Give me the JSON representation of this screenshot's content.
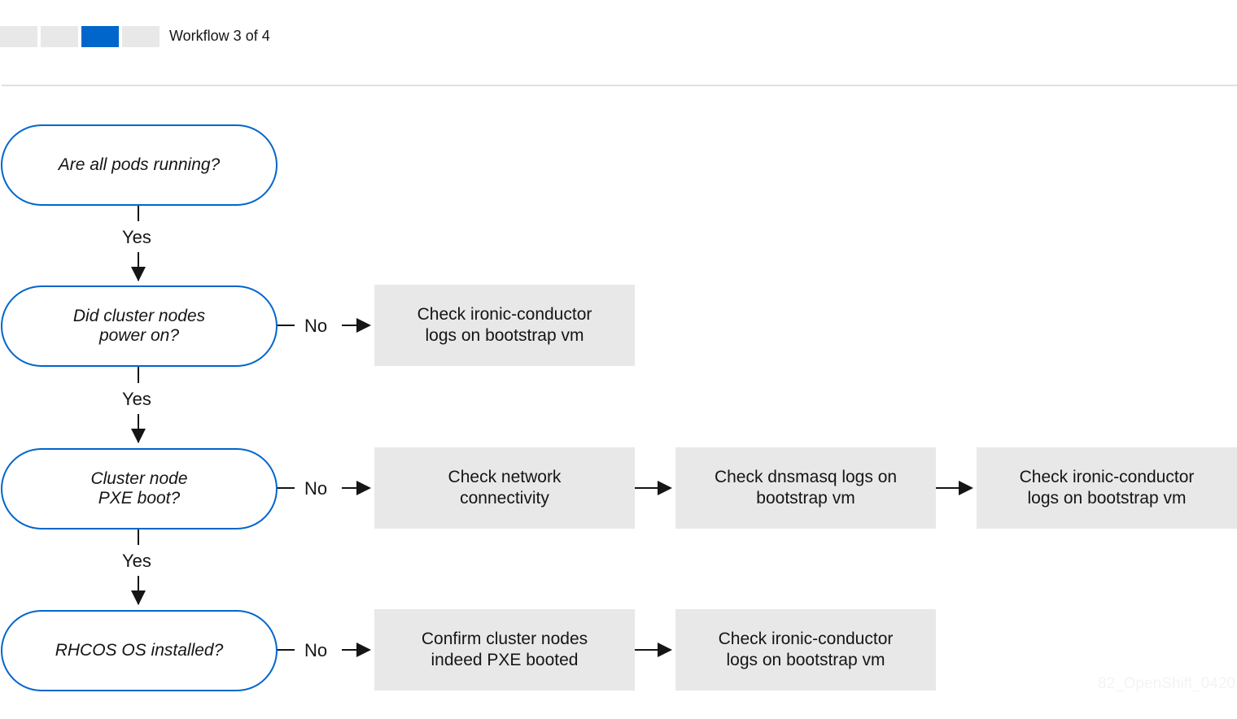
{
  "header": {
    "progress": {
      "total": 4,
      "current": 3
    },
    "workflow_label": "Workflow 3 of 4",
    "accent_color": "#0066cc",
    "inactive_color": "#e8e8e8"
  },
  "decisions": [
    {
      "text": "Are all pods running?"
    },
    {
      "text": "Did cluster nodes\npower on?"
    },
    {
      "text": "Cluster node\nPXE boot?"
    },
    {
      "text": "RHCOS OS installed?"
    }
  ],
  "actions": [
    {
      "text": "Check ironic-conductor\nlogs on bootstrap vm"
    },
    {
      "text": "Check network\nconnectivity"
    },
    {
      "text": "Check dnsmasq logs on\nbootstrap vm"
    },
    {
      "text": "Check ironic-conductor\nlogs on bootstrap vm"
    },
    {
      "text": "Confirm cluster nodes\nindeed PXE booted"
    },
    {
      "text": "Check ironic-conductor\nlogs on bootstrap vm"
    }
  ],
  "edge_labels": {
    "yes": "Yes",
    "no": "No"
  },
  "watermark": "82_OpenShift_0420"
}
